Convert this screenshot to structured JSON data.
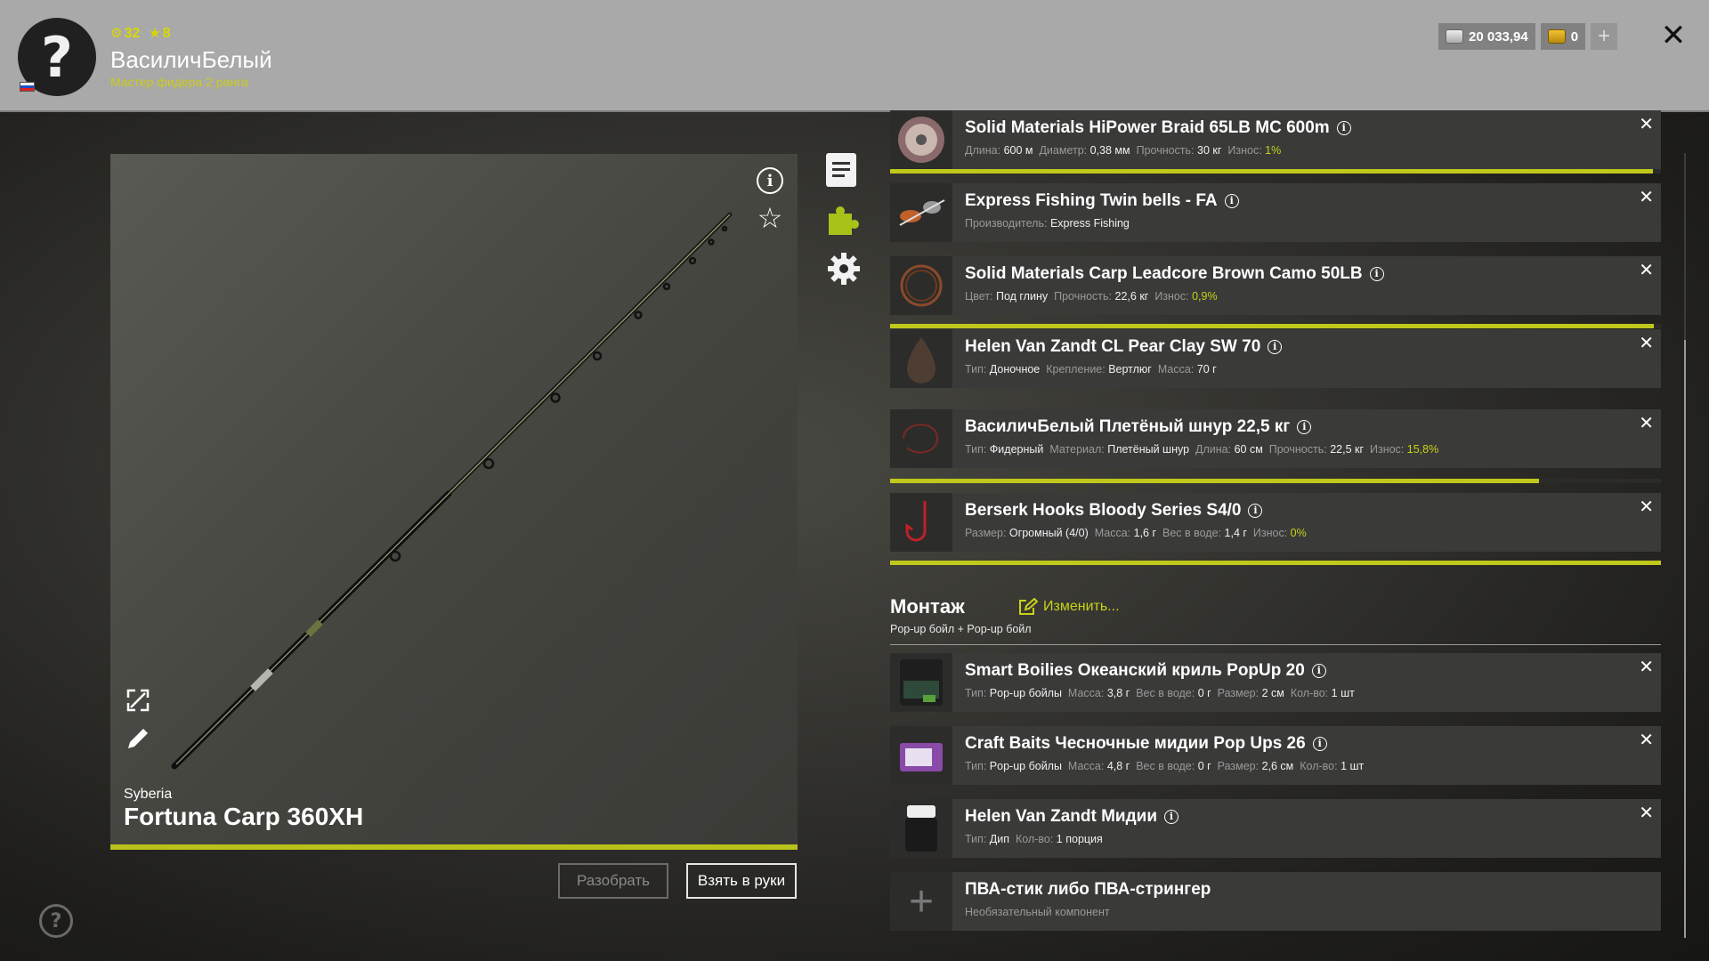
{
  "header": {
    "level": "32",
    "stars": "8",
    "player_name": "ВасиличБелый",
    "player_rank": "Мастер фидера 2 ранга",
    "silver": "20 033,94",
    "gold": "0"
  },
  "rod": {
    "brand": "Syberia",
    "name": "Fortuna Carp 360XH",
    "disassemble_label": "Разобрать",
    "take_label": "Взять в руки"
  },
  "tackle": [
    {
      "title": "Solid Materials HiPower Braid 65LB MC 600m",
      "details": [
        [
          "Длина:",
          "600 м"
        ],
        [
          "Диаметр:",
          "0,38 мм"
        ],
        [
          "Прочность:",
          "30 кг"
        ],
        [
          "Износ:",
          "1%"
        ]
      ],
      "wear": 0.99
    },
    {
      "title": "Express Fishing Twin bells - FA",
      "details": [
        [
          "Производитель:",
          "Express Fishing"
        ]
      ]
    },
    {
      "title": "Solid Materials Carp Leadcore Brown Camo 50LB",
      "details": [
        [
          "Цвет:",
          "Под глину"
        ],
        [
          "Прочность:",
          "22,6 кг"
        ],
        [
          "Износ:",
          "0,9%"
        ]
      ],
      "wear": 0.991
    },
    {
      "title": "Helen Van Zandt CL Pear Clay SW 70",
      "details": [
        [
          "Тип:",
          "Доночное"
        ],
        [
          "Крепление:",
          "Вертлюг"
        ],
        [
          "Масса:",
          "70 г"
        ]
      ]
    },
    {
      "title": "ВасиличБелый Плетёный шнур 22,5 кг",
      "details": [
        [
          "Тип:",
          "Фидерный"
        ],
        [
          "Материал:",
          "Плетёный шнур"
        ],
        [
          "Длина:",
          "60 см"
        ],
        [
          "Прочность:",
          "22,5 кг"
        ],
        [
          "Износ:",
          "15,8%"
        ]
      ],
      "wear": 0.842
    },
    {
      "title": "Berserk Hooks Bloody Series S4/0",
      "details": [
        [
          "Размер:",
          "Огромный (4/0)"
        ],
        [
          "Масса:",
          "1,6 г"
        ],
        [
          "Вес в воде:",
          "1,4 г"
        ],
        [
          "Износ:",
          "0%"
        ]
      ],
      "wear": 1.0
    }
  ],
  "rig": {
    "title": "Монтаж",
    "edit_label": "Изменить...",
    "subtitle": "Pop-up бойл  +  Pop-up бойл"
  },
  "baits": [
    {
      "title": "Smart Boilies Океанский криль PopUp 20",
      "details": [
        [
          "Тип:",
          "Pop-up бойлы"
        ],
        [
          "Масса:",
          "3,8 г"
        ],
        [
          "Вес в воде:",
          "0 г"
        ],
        [
          "Размер:",
          "2 см"
        ],
        [
          "Кол-во:",
          "1 шт"
        ]
      ]
    },
    {
      "title": "Craft Baits Чесночные мидии Pop Ups 26",
      "details": [
        [
          "Тип:",
          "Pop-up бойлы"
        ],
        [
          "Масса:",
          "4,8 г"
        ],
        [
          "Вес в воде:",
          "0 г"
        ],
        [
          "Размер:",
          "2,6 см"
        ],
        [
          "Кол-во:",
          "1 шт"
        ]
      ]
    },
    {
      "title": "Helen Van Zandt Мидии",
      "details": [
        [
          "Тип:",
          "Дип"
        ],
        [
          "Кол-во:",
          "1 порция"
        ]
      ]
    },
    {
      "title": "ПВА-стик либо ПВА-стрингер",
      "details": [
        [
          "Необязательный компонент",
          ""
        ]
      ],
      "empty": true
    }
  ]
}
